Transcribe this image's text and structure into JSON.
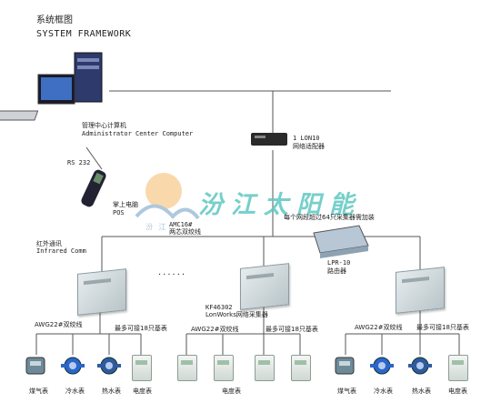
{
  "title_cn": "系统框图",
  "title_en": "SYSTEM  FRAMEWORK",
  "computer": {
    "cn": "管理中心计算机",
    "en": "Administrator Center Computer"
  },
  "rs232": "RS 232",
  "lon_adapter": {
    "en": "1 LON10",
    "cn": "网络适配器"
  },
  "pos": {
    "cn": "掌上电脑",
    "en": "POS"
  },
  "amc": {
    "en": "AMC16#",
    "cn": "两芯双绞线"
  },
  "watermark": {
    "brand": "汾江太阳能",
    "sub": "汾 江"
  },
  "network_note": "每个网段超过64只采集器需加装",
  "infrared": {
    "cn": "红外通讯",
    "en": "Infrared Comm"
  },
  "router": {
    "en": "LPR-10",
    "cn": "路由器"
  },
  "collector": {
    "en": "KF46302",
    "cn": "LonWorks网络采集器"
  },
  "dots": "......",
  "groups": [
    {
      "cable": "AWG22#双绞线",
      "max": "最多可接18只基表",
      "meter_labels": [
        "煤气表",
        "冷水表",
        "热水表",
        "电度表"
      ]
    },
    {
      "cable": "AWG22#双绞线",
      "max": "最多可接18只基表",
      "meter_labels": [
        "电度表"
      ]
    },
    {
      "cable": "AWG22#双绞线",
      "max": "最多可接18只基表",
      "meter_labels": [
        "煤气表",
        "冷水表",
        "热水表",
        "电度表"
      ]
    }
  ]
}
